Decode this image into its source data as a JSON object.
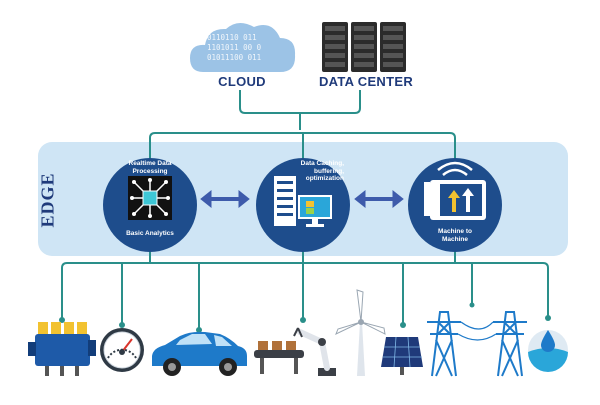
{
  "top": {
    "cloud_label": "CLOUD",
    "cloud_binary": [
      "0110110 011",
      "1101011 00 0",
      "01011100 011"
    ],
    "datacenter_label": "DATA CENTER"
  },
  "edge": {
    "label": "EDGE",
    "nodes": [
      {
        "id": "analytics",
        "title": "Realtime Data Processing",
        "subtitle": "Basic Analytics"
      },
      {
        "id": "caching",
        "title": "Data Caching, buffering, optimization"
      },
      {
        "id": "m2m",
        "subtitle": "Machine to Machine"
      }
    ]
  },
  "colors": {
    "navy": "#1f3a7a",
    "circle": "#1e4d8c",
    "band": "#cfe5f5",
    "teal": "#2a8f8a",
    "cloud": "#9cc3e6",
    "arrow": "#3e5bab"
  },
  "devices": [
    {
      "name": "engine-icon"
    },
    {
      "name": "gauge-icon"
    },
    {
      "name": "car-icon"
    },
    {
      "name": "robot-arm-icon"
    },
    {
      "name": "wind-turbine-icon"
    },
    {
      "name": "solar-panel-icon"
    },
    {
      "name": "power-tower-icon"
    },
    {
      "name": "water-drop-icon"
    }
  ]
}
